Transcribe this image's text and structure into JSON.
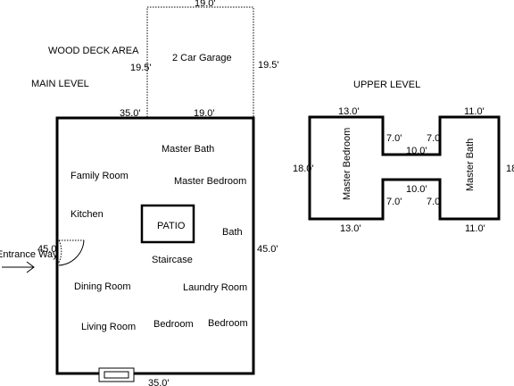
{
  "header": {
    "deck_label": "WOOD DECK AREA",
    "main_level_label": "MAIN LEVEL",
    "upper_level_label": "UPPER LEVEL"
  },
  "garage": {
    "label": "2 Car Garage",
    "dim_top": "19.0'",
    "dim_left": "19.5'",
    "dim_right": "19.5'"
  },
  "main_level": {
    "dim_top_left": "35.0'",
    "dim_top_right": "19.0'",
    "dim_right": "45.0'",
    "dim_left": "45.0'",
    "dim_bottom": "35.0'",
    "entrance": "Entrance Way",
    "patio": "PATIO",
    "rooms": {
      "master_bath": "Master Bath",
      "family_room": "Family Room",
      "master_bedroom": "Master Bedroom",
      "kitchen": "Kitchen",
      "bath": "Bath",
      "staircase": "Staircase",
      "dining_room": "Dining Room",
      "laundry_room": "Laundry Room",
      "living_room": "Living Room",
      "bedroom_1": "Bedroom",
      "bedroom_2": "Bedroom"
    }
  },
  "upper_level": {
    "master_bedroom": "Master Bedroom",
    "master_bath": "Master Bath",
    "dim_top_left": "13.0'",
    "dim_top_right": "11.0'",
    "dim_left": "18.0'",
    "dim_right": "18",
    "dim_bottom_left": "13.0'",
    "dim_bottom_right": "11.0'",
    "dim_conn_top_left": "7.0'",
    "dim_conn_top_right": "7.0",
    "dim_conn_top_mid": "10.0'",
    "dim_conn_bot_mid": "10.0'",
    "dim_conn_bot_left": "7.0'",
    "dim_conn_bot_right": "7.0"
  }
}
